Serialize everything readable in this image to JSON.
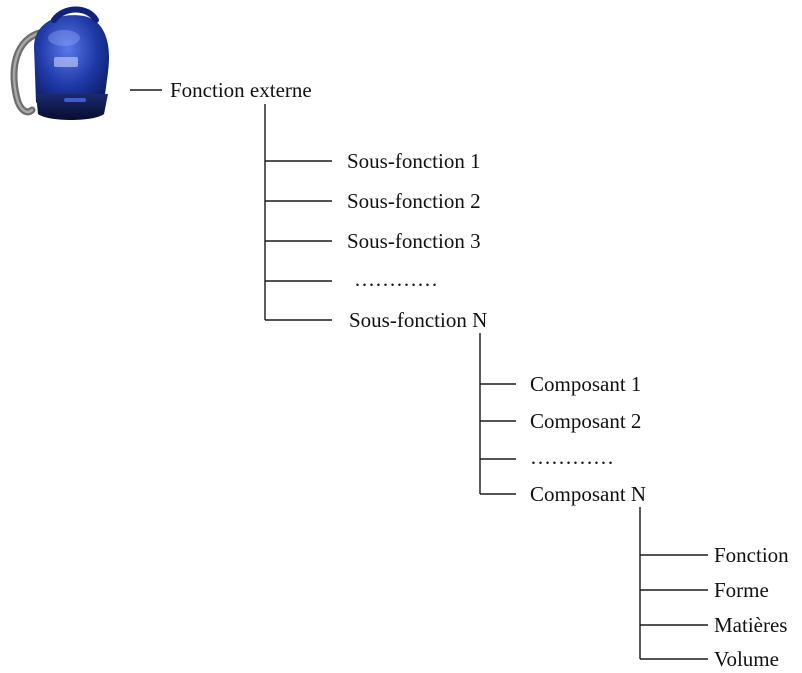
{
  "root": {
    "label": "Fonction externe",
    "icon": "vacuum-cleaner-icon"
  },
  "sub_functions": [
    "Sous-fonction 1",
    "Sous-fonction 2",
    "Sous-fonction 3",
    "…………",
    "Sous-fonction N"
  ],
  "components": [
    "Composant 1",
    "Composant 2",
    "…………",
    "Composant N"
  ],
  "attributes": [
    "Fonction",
    "Forme",
    "Matières",
    "Volume"
  ],
  "colors": {
    "line": "#1a1a1a",
    "text": "#111111",
    "vacuum_body": "#1f3aa8"
  }
}
